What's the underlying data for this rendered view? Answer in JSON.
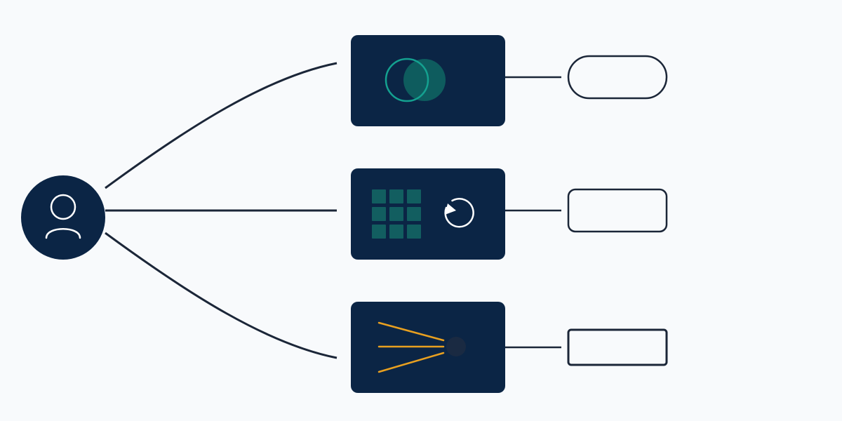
{
  "diagram": {
    "colors": {
      "background": "#f8fafc",
      "navy": "#0b2545",
      "line": "#1b2638",
      "teal_outline": "#14a190",
      "teal_fill": "#0e5c5e",
      "grid_teal": "#125e60",
      "orange": "#e8a020",
      "dot": "#1a2a42",
      "white": "#ffffff"
    },
    "user": {
      "icon": "user-icon"
    },
    "nodes": [
      {
        "id": "overlap",
        "icon": "overlapping-circles-icon",
        "output_shape": "pill"
      },
      {
        "id": "grid",
        "icon": "grid-refresh-icon",
        "output_shape": "rounded-rectangle"
      },
      {
        "id": "beam",
        "icon": "converging-lines-icon",
        "output_shape": "rectangle"
      }
    ]
  }
}
